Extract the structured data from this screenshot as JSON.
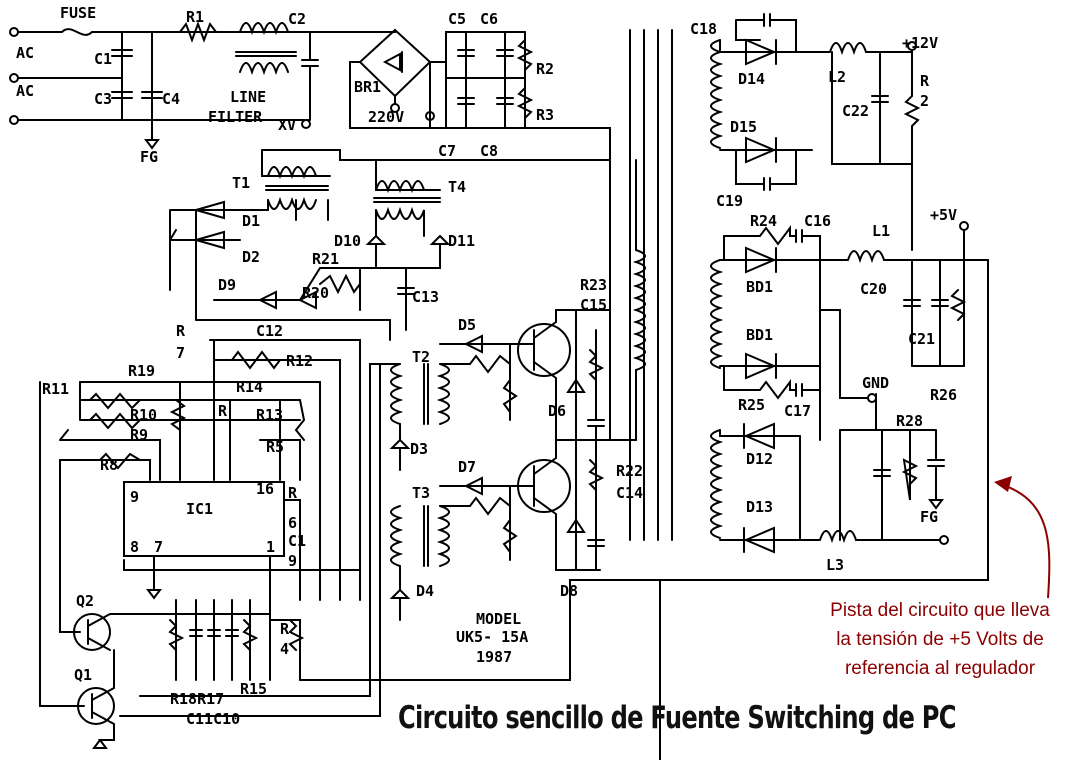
{
  "labels": {
    "fuse": "FUSE",
    "ac1": "AC",
    "ac2": "AC",
    "c1": "C1",
    "c2": "C2",
    "c3": "C3",
    "c4": "C4",
    "r1": "R1",
    "fg_top": "FG",
    "line": "LINE",
    "filter": "FILTER",
    "xv": "XV",
    "br1": "BR1",
    "v220": "220V",
    "c5": "C5",
    "c6": "C6",
    "r2": "R2",
    "r3": "R3",
    "c7": "C7",
    "c8": "C8",
    "t1": "T1",
    "t4": "T4",
    "d1": "D1",
    "d2": "D2",
    "d10": "D10",
    "d11": "D11",
    "d9": "D9",
    "r21": "R21",
    "r20": "R20",
    "c13": "C13",
    "r7a": "R",
    "r7b": "7",
    "c12": "C12",
    "r12": "R12",
    "r19": "R19",
    "r11": "R11",
    "r10": "R10",
    "r9": "R9",
    "r8": "R8",
    "r14": "R14",
    "r13": "R13",
    "r6a": "R",
    "r5": "R5",
    "ic1": "IC1",
    "pin9": "9",
    "pin16": "16",
    "pin8": "8",
    "pin7": "7",
    "pin1": "1",
    "pr": "R",
    "p6": "6",
    "pc": "C1",
    "p9b": "9",
    "q2": "Q2",
    "q1": "Q1",
    "r18r17": "R18R17",
    "r15": "R15",
    "c11c10": "C11C10",
    "r4a": "R",
    "r4b": "4",
    "d5": "D5",
    "t2": "T2",
    "d3": "D3",
    "d6": "D6",
    "d7": "D7",
    "t3": "T3",
    "d4": "D4",
    "d8": "D8",
    "r23": "R23",
    "c15": "C15",
    "r22": "R22",
    "c14": "C14",
    "model": "MODEL",
    "uk": "UK5- 15A",
    "year": "1987",
    "c18": "C18",
    "d14": "D14",
    "l2": "L2",
    "v12": "+12V",
    "r2b_a": "R",
    "r2b_b": "2",
    "c22": "C22",
    "d15": "D15",
    "c19": "C19",
    "r24": "R24",
    "c16": "C16",
    "v5": "+5V",
    "l1": "L1",
    "bd1a": "BD1",
    "bd1b": "BD1",
    "c20": "C20",
    "c21": "C21",
    "gnd": "GND",
    "r25": "R25",
    "c17": "C17",
    "r26": "R26",
    "r28": "R28",
    "d12": "D12",
    "d13": "D13",
    "fg_right": "FG",
    "l3": "L3"
  },
  "title": "Circuito sencillo de Fuente Switching de PC",
  "annotation": {
    "line1": "Pista del circuito que lleva",
    "line2": "la tensión de +5 Volts de",
    "line3": "referencia al regulador"
  },
  "colors": {
    "ink": "#000000",
    "annotation": "#8b0000"
  }
}
